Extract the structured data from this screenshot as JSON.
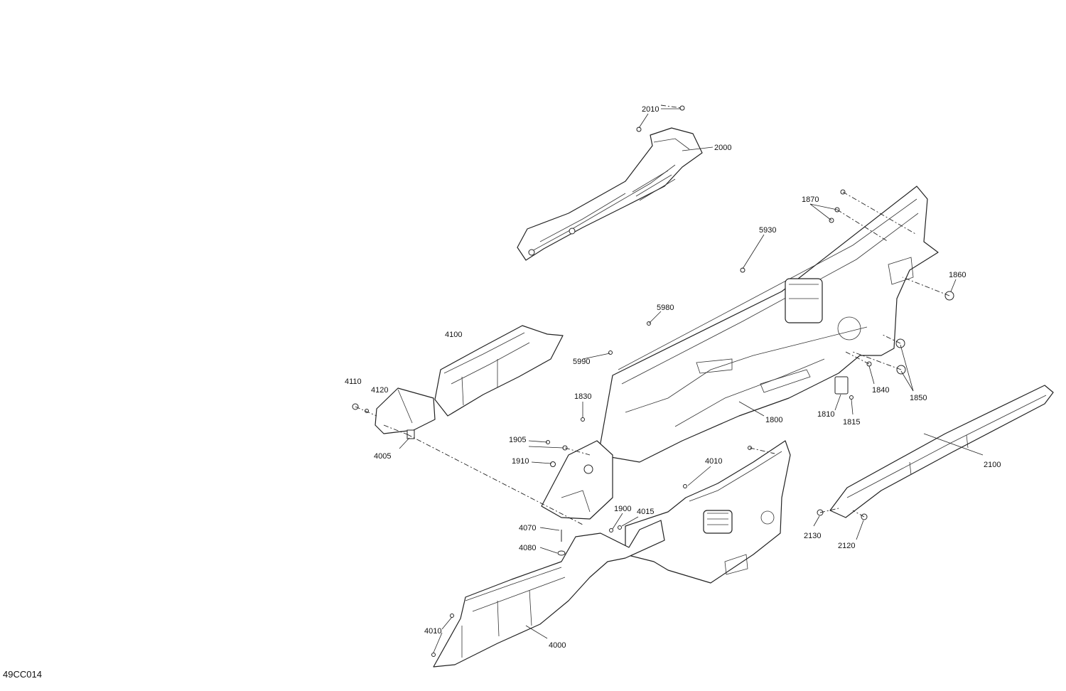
{
  "figure": {
    "id": "49CC014",
    "callouts": [
      {
        "id": "c2010",
        "label": "2010"
      },
      {
        "id": "c2000",
        "label": "2000"
      },
      {
        "id": "c1870",
        "label": "1870"
      },
      {
        "id": "c5930",
        "label": "5930"
      },
      {
        "id": "c1860",
        "label": "1860"
      },
      {
        "id": "c5980",
        "label": "5980"
      },
      {
        "id": "c4100",
        "label": "4100"
      },
      {
        "id": "c5990",
        "label": "5990"
      },
      {
        "id": "c4110",
        "label": "4110"
      },
      {
        "id": "c4120",
        "label": "4120"
      },
      {
        "id": "c1840",
        "label": "1840"
      },
      {
        "id": "c1850",
        "label": "1850"
      },
      {
        "id": "c1830",
        "label": "1830"
      },
      {
        "id": "c1810",
        "label": "1810"
      },
      {
        "id": "c1800",
        "label": "1800"
      },
      {
        "id": "c1815",
        "label": "1815"
      },
      {
        "id": "c4005",
        "label": "4005"
      },
      {
        "id": "c1905",
        "label": "1905"
      },
      {
        "id": "c4010a",
        "label": "4010"
      },
      {
        "id": "c2100",
        "label": "2100"
      },
      {
        "id": "c1910",
        "label": "1910"
      },
      {
        "id": "c1900",
        "label": "1900"
      },
      {
        "id": "c4015",
        "label": "4015"
      },
      {
        "id": "c2130",
        "label": "2130"
      },
      {
        "id": "c2120",
        "label": "2120"
      },
      {
        "id": "c4070",
        "label": "4070"
      },
      {
        "id": "c4080",
        "label": "4080"
      },
      {
        "id": "c4010b",
        "label": "4010"
      },
      {
        "id": "c4000",
        "label": "4000"
      }
    ]
  }
}
